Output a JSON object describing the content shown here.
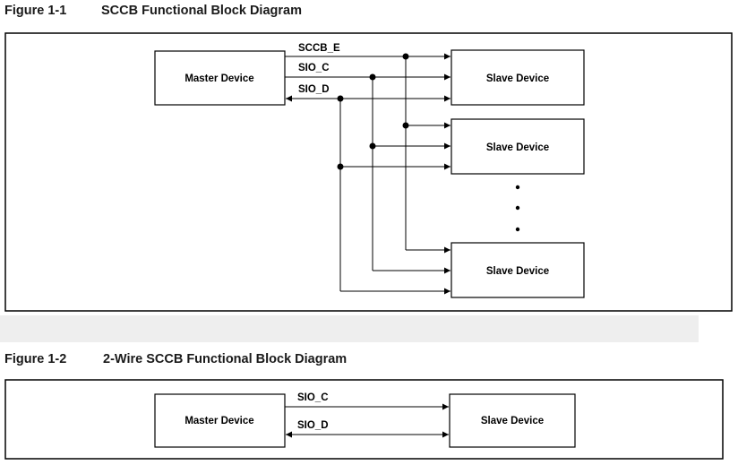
{
  "figure1": {
    "number": "Figure 1-1",
    "title": "SCCB Functional Block Diagram",
    "master_label": "Master Device",
    "slave_labels": [
      "Slave Device",
      "Slave Device",
      "Slave Device"
    ],
    "signals": {
      "sccb_e": "SCCB_E",
      "sio_c": "SIO_C",
      "sio_d": "SIO_D"
    }
  },
  "figure2": {
    "number": "Figure 1-2",
    "title": "2-Wire SCCB Functional Block Diagram",
    "master_label": "Master Device",
    "slave_label": "Slave Device",
    "signals": {
      "sio_c": "SIO_C",
      "sio_d": "SIO_D"
    }
  }
}
